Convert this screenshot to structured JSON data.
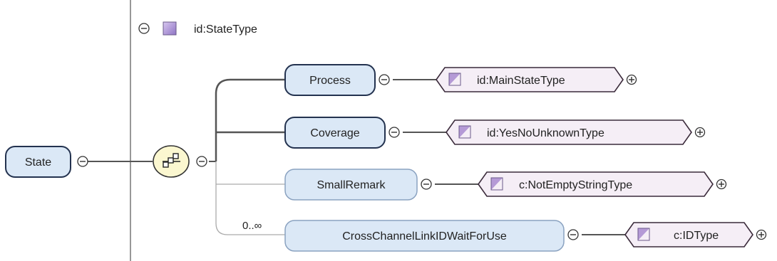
{
  "root_element": {
    "name": "State",
    "collapse_symbol": "minus-circle"
  },
  "type_header": {
    "name": "id:StateType",
    "collapse_symbol": "minus-circle",
    "icon": "complex-type-swatch"
  },
  "compositor": {
    "kind": "sequence",
    "icon": "sequence-icon"
  },
  "children": [
    {
      "name": "Process",
      "optional": false,
      "cardinality": "",
      "type_ref": "id:MainStateType"
    },
    {
      "name": "Coverage",
      "optional": false,
      "cardinality": "",
      "type_ref": "id:YesNoUnknownType"
    },
    {
      "name": "SmallRemark",
      "optional": true,
      "cardinality": "",
      "type_ref": "c:NotEmptyStringType"
    },
    {
      "name": "CrossChannelLinkIDWaitForUse",
      "optional": true,
      "cardinality": "0..∞",
      "type_ref": "c:IDType"
    }
  ],
  "colors": {
    "element_fill": "#dbe8f6",
    "element_stroke": "#23324f",
    "optional_stroke": "#8aa2c0",
    "type_fill": "#f5eef6",
    "type_stroke": "#3a2a3a",
    "type_icon": "#b59ad6",
    "compositor_fill": "#fbf7d0",
    "connector_solid": "#555555",
    "connector_optional": "#aaaaaa",
    "frame_line": "#777777"
  }
}
